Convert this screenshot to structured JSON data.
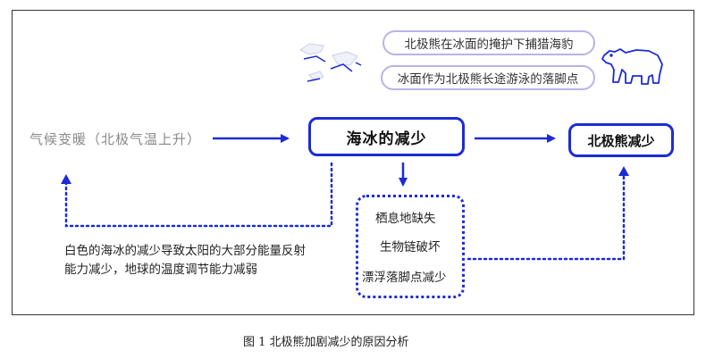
{
  "diagram": {
    "cause": "气候变暖（北极气温上升）",
    "main_node": "海冰的减少",
    "result_node": "北极熊减少",
    "ice_roles": [
      "北极熊在冰面的掩护下捕猎海豹",
      "冰面作为北极熊长途游泳的落脚点"
    ],
    "effects": [
      "栖息地缺失",
      "生物链破坏",
      "漂浮落脚点减少"
    ],
    "feedback_note": [
      "白色的海冰的减少导致太阳的大部分能量反射",
      "能力减少，地球的温度调节能力减弱"
    ]
  },
  "caption": "图 1  北极熊加剧减少的原因分析",
  "icons": [
    "ice-floe-icon",
    "polar-bear-icon"
  ],
  "colors": {
    "accent_blue": "#1c2bd6",
    "pill_border": "#b8b4ea",
    "cause_text": "#8a8a8a"
  }
}
